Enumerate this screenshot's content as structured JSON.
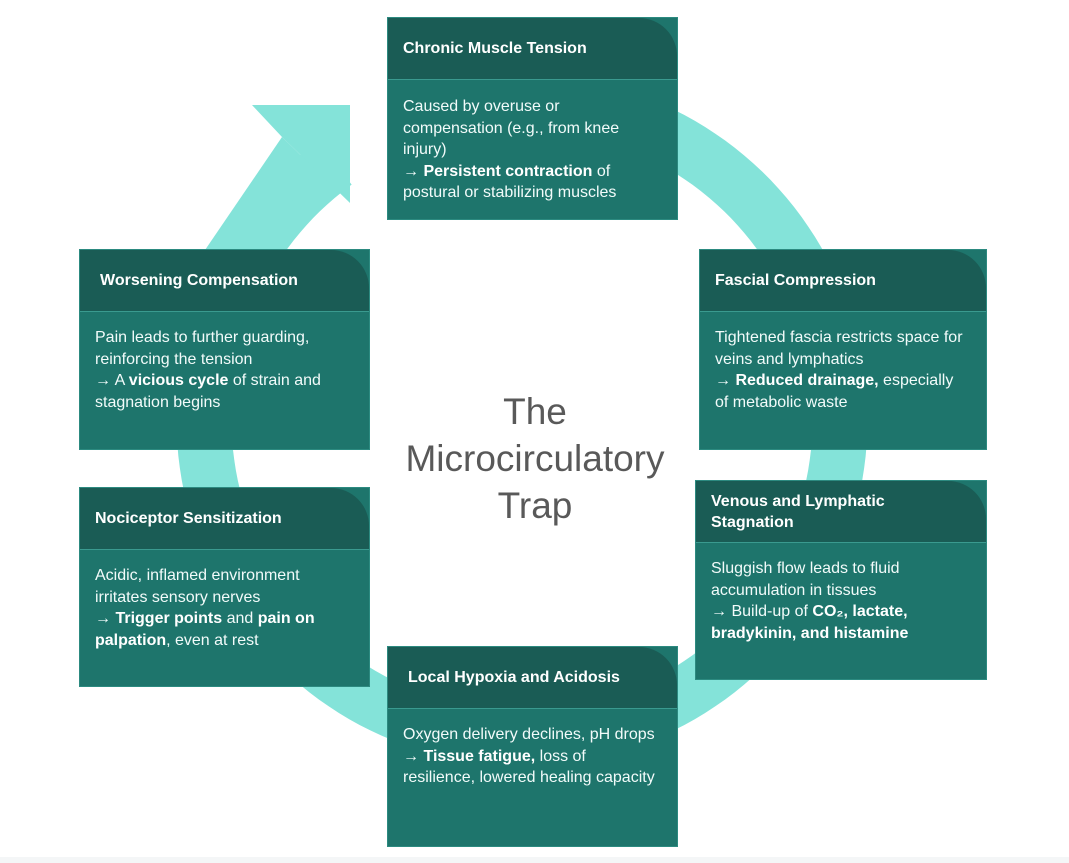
{
  "title": [
    "The",
    "Microcirculatory",
    "Trap"
  ],
  "colors": {
    "ring": "#84e3d9",
    "card_header": "#1a5c55",
    "card_body": "#1e756c",
    "title_text": "#595959"
  },
  "cycle_arrow_icon": "curved-arrow-clockwise",
  "cards": [
    {
      "id": "chronic-muscle-tension",
      "title": "Chronic Muscle Tension",
      "text1": "Caused by overuse or compensation (e.g., from knee injury)",
      "arrow": "→ ",
      "b1": "Persistent contraction",
      "t1": " of postural or stabilizing muscles"
    },
    {
      "id": "fascial-compression",
      "title": "Fascial Compression",
      "text1": "Tightened fascia restricts space for veins and lymphatics",
      "arrow": "→ ",
      "b1": "Reduced drainage,",
      "t1": " especially of metabolic waste"
    },
    {
      "id": "venous-lymphatic-stagnation",
      "title": "Venous and Lymphatic Stagnation",
      "text1": "Sluggish flow leads to fluid accumulation in tissues",
      "arrow": "→ ",
      "t0": "Build-up of ",
      "b1": "CO₂, lactate, bradykinin, and histamine"
    },
    {
      "id": "local-hypoxia-acidosis",
      "title": "Local Hypoxia and Acidosis",
      "text1": "Oxygen delivery declines, pH drops",
      "arrow": "→ ",
      "b1": "Tissue fatigue,",
      "t1": " loss of resilience, lowered healing capacity"
    },
    {
      "id": "nociceptor-sensitization",
      "title": "Nociceptor Sensitization",
      "text1": "Acidic, inflamed environment irritates sensory nerves",
      "arrow": "→ ",
      "b1": "Trigger points",
      "t1": " and ",
      "b2": "pain on palpation",
      "t2": ", even at rest"
    },
    {
      "id": "worsening-compensation",
      "title": "Worsening Compensation",
      "text1": "Pain leads to further guarding, reinforcing the tension",
      "arrow": "→ ",
      "t0": "A ",
      "b1": "vicious cycle",
      "t1": " of strain and stagnation begins"
    }
  ]
}
